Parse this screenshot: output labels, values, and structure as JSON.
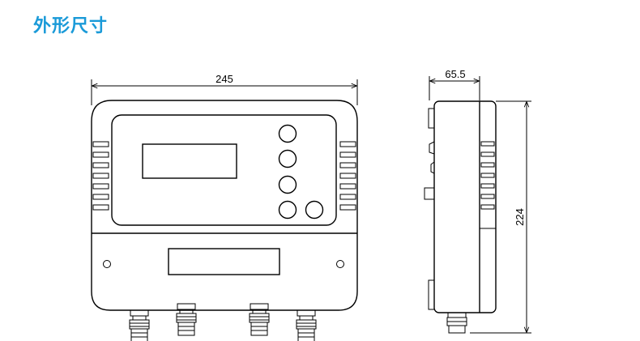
{
  "header": {
    "title": "外形尺寸"
  },
  "dimensions": {
    "width_label": "245",
    "depth_label": "65.5",
    "height_label": "224"
  },
  "colors": {
    "title": "#1a9ad8",
    "line": "#000000",
    "background": "#ffffff"
  }
}
